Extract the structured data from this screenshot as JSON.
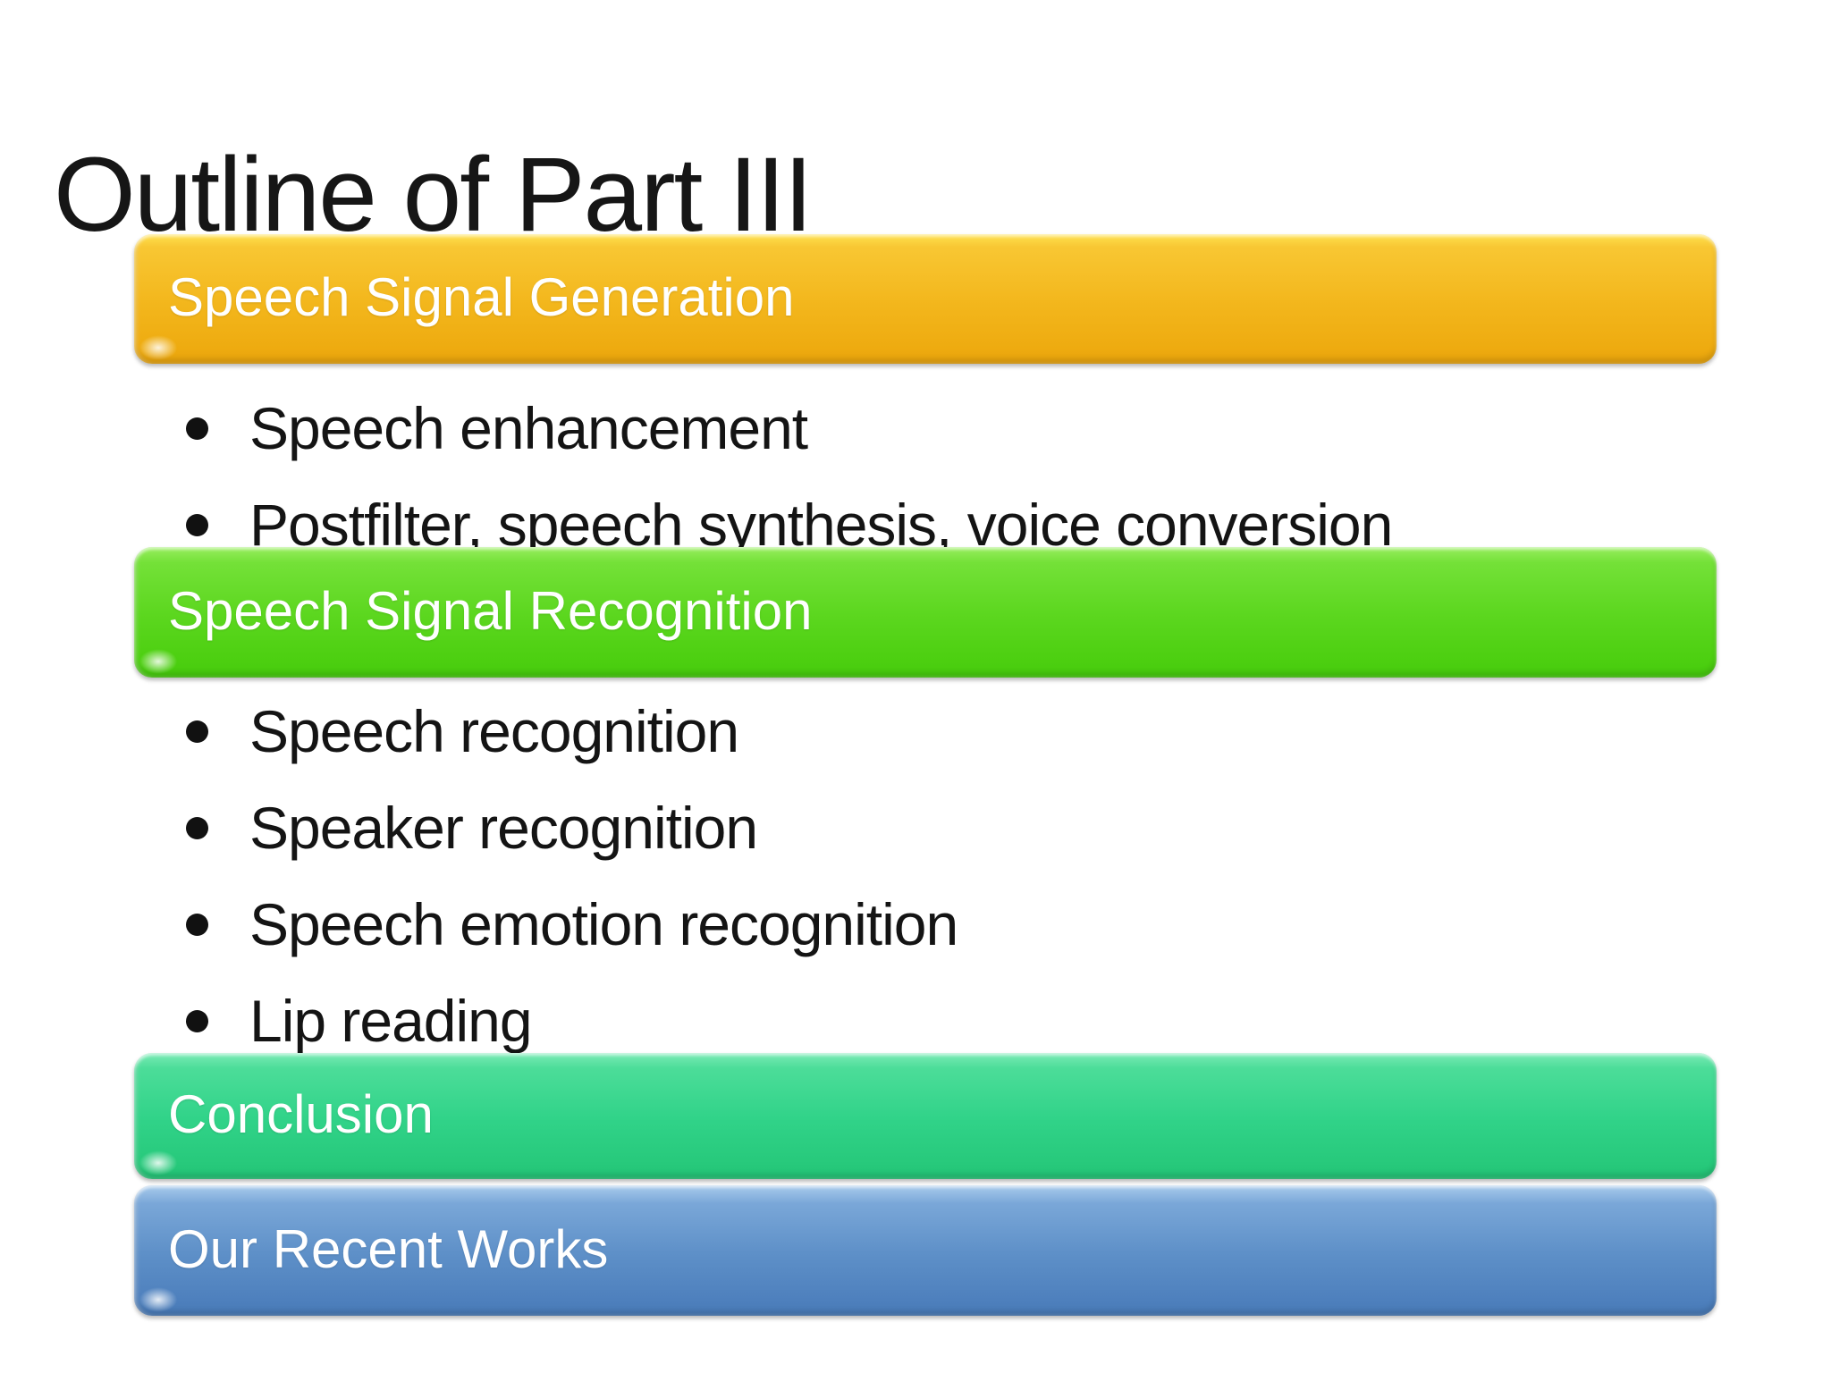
{
  "slide": {
    "title": "Outline of Part III",
    "sections": [
      {
        "label": "Speech Signal Generation",
        "accent": "#F3B71D",
        "items": [
          "Speech enhancement",
          "Postfilter, speech synthesis, voice conversion"
        ]
      },
      {
        "label": "Speech Signal Recognition",
        "accent": "#5CD71F",
        "items": [
          "Speech recognition",
          "Speaker recognition",
          "Speech emotion recognition",
          "Lip reading"
        ]
      },
      {
        "label": "Conclusion",
        "accent": "#31D389",
        "items": []
      },
      {
        "label": "Our Recent Works",
        "accent": "#5E90C8",
        "items": []
      }
    ],
    "background_color": "#FFFFFF",
    "text_color": "#161616"
  }
}
